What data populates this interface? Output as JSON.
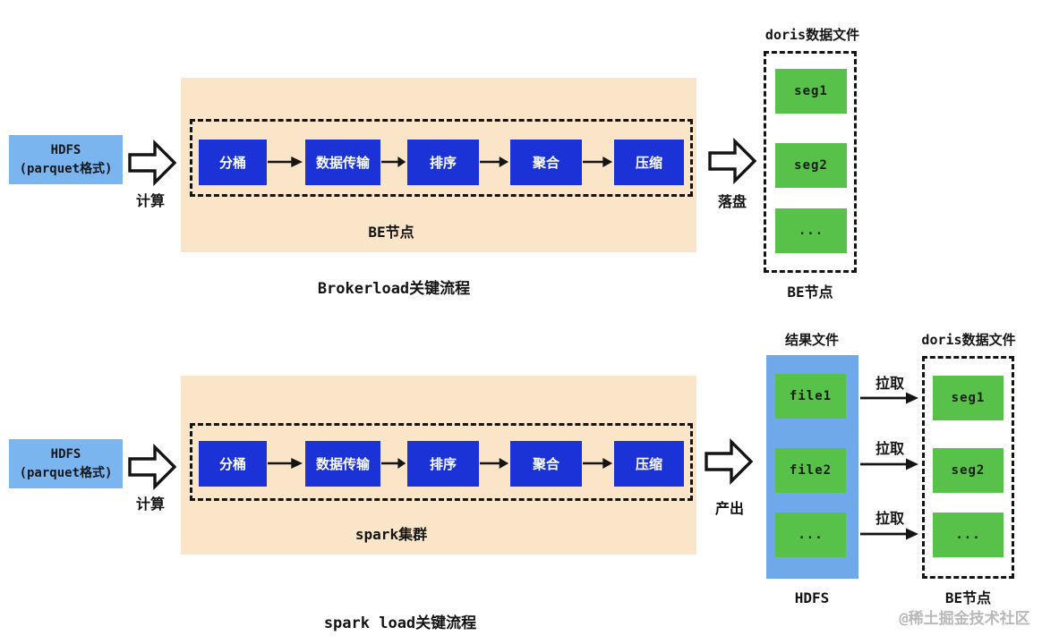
{
  "broker_flow": {
    "source": {
      "line1": "HDFS",
      "line2": "(parquet格式)"
    },
    "compute_label": "计算",
    "steps": [
      "分桶",
      "数据传输",
      "排序",
      "聚合",
      "压缩"
    ],
    "container_label": "BE节点",
    "caption": "Brokerload关键流程",
    "output_label": "落盘",
    "result": {
      "title": "doris数据文件",
      "items": [
        "seg1",
        "seg2",
        "..."
      ],
      "footer": "BE节点"
    }
  },
  "spark_flow": {
    "source": {
      "line1": "HDFS",
      "line2": "(parquet格式)"
    },
    "compute_label": "计算",
    "steps": [
      "分桶",
      "数据传输",
      "排序",
      "聚合",
      "压缩"
    ],
    "container_label": "spark集群",
    "caption": "spark load关键流程",
    "output_label": "产出",
    "intermediate": {
      "title": "结果文件",
      "items": [
        "file1",
        "file2",
        "..."
      ],
      "footer": "HDFS",
      "pull_labels": [
        "拉取",
        "拉取",
        "拉取"
      ]
    },
    "result": {
      "title": "doris数据文件",
      "items": [
        "seg1",
        "seg2",
        "..."
      ],
      "footer": "BE节点"
    }
  },
  "watermark": "@稀土掘金技术社区",
  "colors": {
    "step_blue": "#1b33d6",
    "source_blue": "#7ab5f0",
    "container_blue": "#6fa9e9",
    "file_green": "#57c149",
    "panel_beige": "#fbe5c8"
  }
}
